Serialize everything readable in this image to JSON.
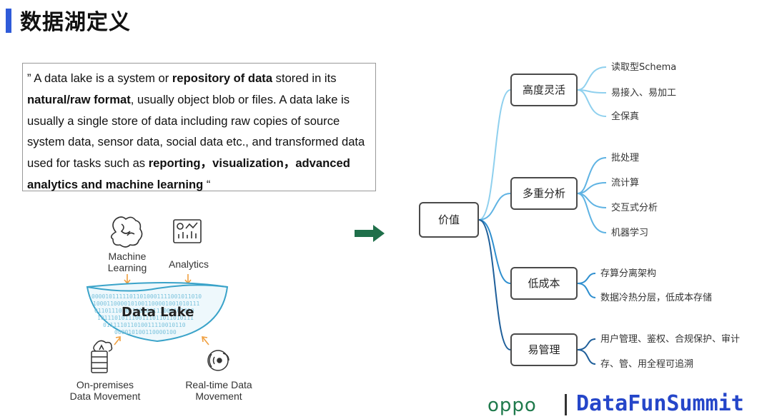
{
  "title": "数据湖定义",
  "definition": {
    "open_quote": "”",
    "p1": " A data lake is a system or ",
    "b1": "repository of data",
    "p2": " stored in its ",
    "b2": "natural/raw format",
    "p3": ", usually object blob or files. A data lake is usually a single store of data including raw copies of source system data, sensor data, social data etc., and transformed data used for tasks such as ",
    "b3": "reporting，visualization，advanced analytics and machine learning",
    "close_quote": " “"
  },
  "lake": {
    "label": "Data Lake",
    "machine_learning": "Machine\nLearning",
    "analytics": "Analytics",
    "onprem": "On-premises\nData Movement",
    "realtime": "Real-time Data\nMovement"
  },
  "mindmap": {
    "center": "价值",
    "branches": [
      {
        "label": "高度灵活",
        "color": "#8fd0ee",
        "leaves": [
          "读取型Schema",
          "易接入、易加工",
          "全保真"
        ]
      },
      {
        "label": "多重分析",
        "color": "#5fb3e3",
        "leaves": [
          "批处理",
          "流计算",
          "交互式分析",
          "机器学习"
        ]
      },
      {
        "label": "低成本",
        "color": "#2f8fcf",
        "leaves": [
          "存算分离架构",
          "数据冷热分层，低成本存储"
        ]
      },
      {
        "label": "易管理",
        "color": "#1f5f9a",
        "leaves": [
          "用户管理、鉴权、合规保护、审计",
          "存、管、用全程可追溯"
        ]
      }
    ]
  },
  "logos": {
    "oppo": "oppo",
    "summit": "DataFunSummit"
  },
  "colors": {
    "title_bar": "#2f5bd9",
    "arrow": "#1f6f4a",
    "lake": "#3aa3c9",
    "orange_arrow": "#f0a040"
  }
}
